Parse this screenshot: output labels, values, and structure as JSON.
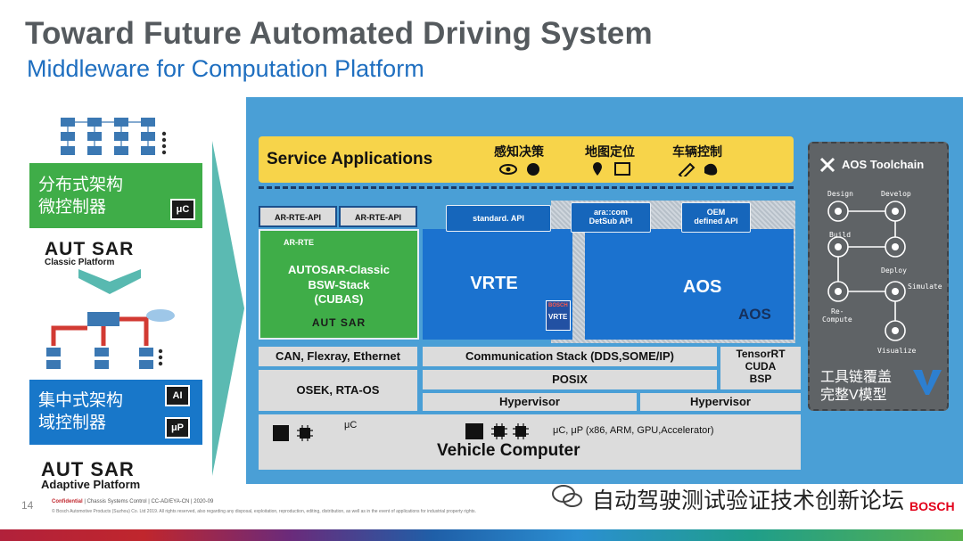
{
  "header": {
    "title": "Toward Future Automated Driving System",
    "subtitle": "Middleware for Computation Platform"
  },
  "left": {
    "distributed": {
      "line1": "分布式架构",
      "line2": "微控制器",
      "chip": "μC"
    },
    "autosar_classic": {
      "logo": "AUT SAR",
      "sub": "Classic Platform"
    },
    "centralized": {
      "line1": "集中式架构",
      "line2": "域控制器",
      "chip1": "AI",
      "chip2": "μP"
    },
    "autosar_adaptive": {
      "logo": "AUT SAR",
      "sub": "Adaptive Platform"
    }
  },
  "panel": {
    "service": {
      "title": "Service Applications",
      "cat1": "感知决策",
      "cat2": "地图定位",
      "cat3": "车辆控制"
    },
    "classic": {
      "tab1": "AR-RTE-API",
      "tab2": "AR-RTE-API",
      "rte": "AR-RTE",
      "line1": "AUTOSAR-Classic",
      "line2": "BSW-Stack",
      "line3": "(CUBAS)",
      "logo": "AUT SAR"
    },
    "vrte": {
      "api": "standard. API",
      "label": "VRTE",
      "box_top": "BOSCH",
      "box_label": "VRTE"
    },
    "aos": {
      "api1_line1": "ara::com",
      "api1_line2": "DetSub API",
      "api2_line1": "OEM",
      "api2_line2": "defined API",
      "label": "AOS",
      "logo": "AOS"
    },
    "stack": {
      "can": "CAN, Flexray, Ethernet",
      "osek": "OSEK, RTA-OS",
      "comm": "Communication Stack (DDS,SOME/IP)",
      "posix": "POSIX",
      "hyp1": "Hypervisor",
      "hyp2": "Hypervisor",
      "ai_line1": "TensorRT",
      "ai_line2": "CUDA",
      "ai_line3": "BSP"
    },
    "vehicle": {
      "uc": "μC",
      "up": "μC, μP (x86, ARM, GPU,Accelerator)",
      "label": "Vehicle Computer"
    },
    "toolchain": {
      "title": "AOS Toolchain",
      "design": "Design",
      "develop": "Develop",
      "build": "Build",
      "deploy": "Deploy",
      "simulate": "Simulate",
      "recompute1": "Re-",
      "recompute2": "Compute",
      "visualize": "Visualize",
      "cn1": "工具链覆盖",
      "cn2": "完整V模型"
    }
  },
  "footer": {
    "page": "14",
    "confidential": "Confidential",
    "meta": " | Chassis Systems Control | CC-AD/EYA-CN | 2020-09",
    "copyright": "© Bosch Automotive Products (Suzhou) Co. Ltd 2019. All rights reserved, also regarding any disposal, exploitation, reproduction, editing, distribution, as well as in the event of applications for industrial property rights.",
    "watermark": "自动驾驶测试验证技术创新论坛",
    "brand": "BOSCH"
  },
  "colors": {
    "title": "#555a5e",
    "subtitle": "#1f6fc0",
    "green": "#3fad48",
    "blue": "#1877c9",
    "panel": "#4a9fd6",
    "service": "#f7d44a"
  }
}
